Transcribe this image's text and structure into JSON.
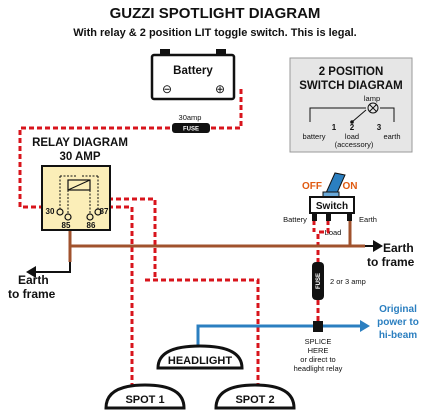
{
  "title": "GUZZI SPOTLIGHT DIAGRAM",
  "subtitle": "With relay & 2 position LIT toggle switch. This is legal.",
  "battery": {
    "label": "Battery",
    "neg": "⊖",
    "pos": "⊕"
  },
  "fuse_top": {
    "amp": "30amp",
    "label": "FUSE"
  },
  "relay": {
    "title_1": "RELAY DIAGRAM",
    "title_2": "30 AMP",
    "pins": [
      "30",
      "85",
      "86",
      "87"
    ]
  },
  "switch_diagram": {
    "title_1": "2 POSITION",
    "title_2": "SWITCH DIAGRAM",
    "lamp": "lamp",
    "numbers": [
      "1",
      "2",
      "3"
    ],
    "labels": [
      "battery",
      "load",
      "earth"
    ],
    "accessory": "(accessory)"
  },
  "toggle": {
    "off": "OFF",
    "on": "ON",
    "switch_label": "Switch",
    "battery": "Battery",
    "load": "Load",
    "earth": "Earth"
  },
  "fuse_mid": {
    "label": "FUSE",
    "amp": "2 or 3 amp"
  },
  "earth_left": {
    "line1": "Earth",
    "line2": "to frame"
  },
  "earth_right": {
    "line1": "Earth",
    "line2": "to frame"
  },
  "hibeam": {
    "line1": "Original",
    "line2": "power to",
    "line3": "hi-beam"
  },
  "splice": {
    "line1": "SPLICE",
    "line2": "HERE",
    "line3": "or direct to",
    "line4": "headlight relay"
  },
  "lights": {
    "headlight": "HEADLIGHT",
    "spot1": "SPOT 1",
    "spot2": "SPOT 2"
  },
  "colors": {
    "red_wire": "#d8141c",
    "brown_wire": "#a0522d",
    "blue_wire": "#2b7fc0",
    "relay_fill": "#fbeeb8",
    "panel_fill": "#e6e6e6",
    "off_color": "#e05a10"
  }
}
